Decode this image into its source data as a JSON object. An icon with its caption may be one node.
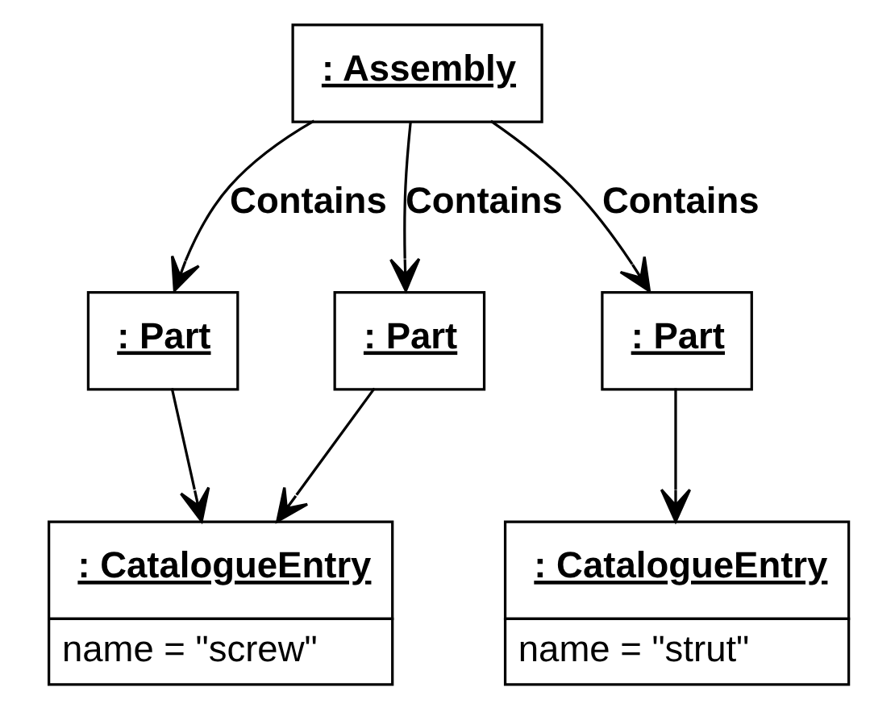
{
  "diagram": {
    "nodes": [
      {
        "text": [
          ": Assembly"
        ]
      },
      {
        "text": [
          ": Part"
        ]
      },
      {
        "text": [
          ": Part"
        ]
      },
      {
        "text": [
          ": Part"
        ]
      },
      {
        "text": [
          ": CatalogueEntry",
          "name = \"screw\""
        ]
      },
      {
        "text": [
          ": CatalogueEntry",
          "name = \"strut\""
        ]
      }
    ],
    "edges": [
      {
        "from": 0,
        "to": 1,
        "arrow": "to",
        "label": "Contains"
      },
      {
        "from": 0,
        "to": 2,
        "arrow": "to",
        "label": "Contains"
      },
      {
        "from": 0,
        "to": 3,
        "arrow": "to",
        "label": "Contains"
      },
      {
        "from": 1,
        "to": 4,
        "arrow": "to"
      },
      {
        "from": 2,
        "to": 4,
        "arrow": "to"
      },
      {
        "from": 3,
        "to": 5,
        "arrow": "to"
      }
    ]
  }
}
